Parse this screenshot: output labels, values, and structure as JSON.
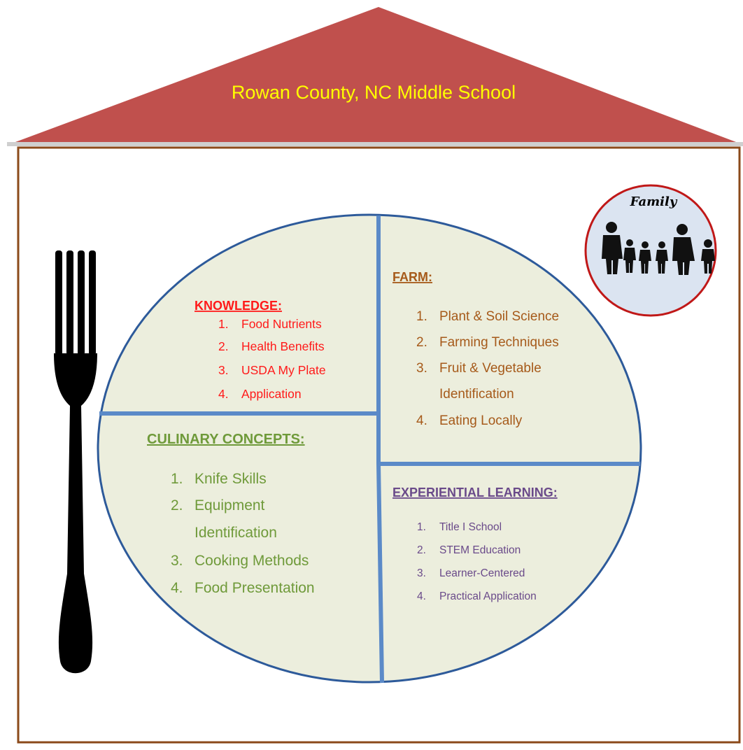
{
  "title": "Rowan County, NC Middle School",
  "family": {
    "label": "Family",
    "icon": "family-silhouette-icon"
  },
  "utensil": {
    "icon": "fork-icon"
  },
  "quadrants": {
    "knowledge": {
      "heading": "KNOWLEDGE:",
      "color": "#ff1a1a",
      "items": [
        "Food Nutrients",
        "Health Benefits",
        "USDA My Plate",
        "Application"
      ]
    },
    "farm": {
      "heading": "FARM:",
      "color": "#a65a1a",
      "items": [
        "Plant & Soil Science",
        "Farming Techniques",
        "Fruit & Vegetable",
        "Identification",
        "Eating Locally"
      ]
    },
    "culinary": {
      "heading": "CULINARY CONCEPTS:",
      "color": "#6f9a3a",
      "items": [
        "Knife Skills",
        "Equipment",
        "Identification",
        "Cooking Methods",
        "Food Presentation"
      ]
    },
    "experiential": {
      "heading": "EXPERIENTIAL LEARNING:",
      "color": "#6a4a8a",
      "items": [
        "Title I School",
        "STEM Education",
        "Learner-Centered",
        "Practical Application"
      ]
    }
  },
  "numbers": [
    "1.",
    "2.",
    "3.",
    "4."
  ],
  "colors": {
    "roof": "#c0504d",
    "roof_text": "#ffff00",
    "wall_border": "#8b4a1a",
    "plate_fill": "#eceedd",
    "plate_border": "#2d5a9a",
    "divider": "#5b8ac8",
    "family_fill": "#dbe4f1",
    "family_border": "#c01818"
  }
}
